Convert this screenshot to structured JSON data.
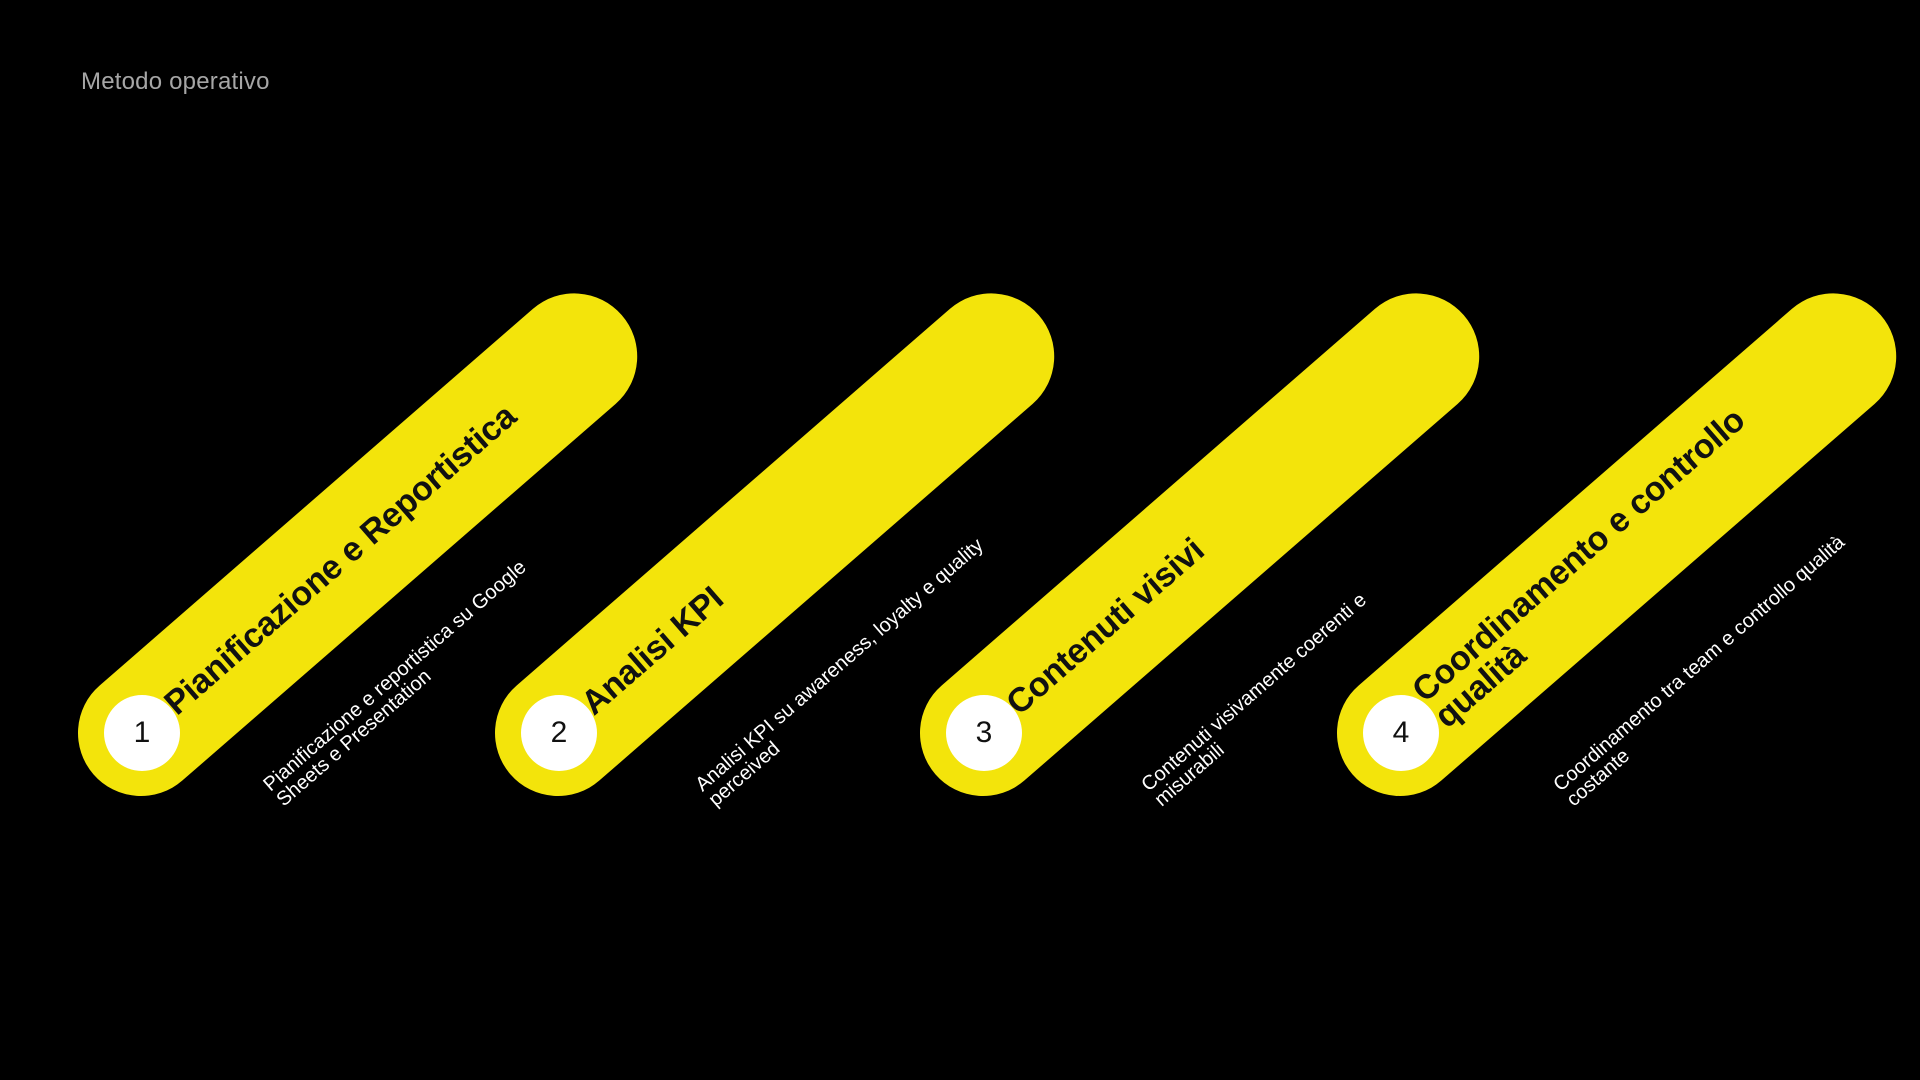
{
  "page": {
    "title": "Metodo operativo"
  },
  "colors": {
    "background": "#000000",
    "pill": "#f3e40b",
    "circle": "#ffffff",
    "title_text": "#a6a6a6"
  },
  "steps": [
    {
      "number": "1",
      "title": "Pianificazione e Reportistica",
      "description": "Pianificazione e reportistica su Google Sheets e Presentation"
    },
    {
      "number": "2",
      "title": "Analisi KPI",
      "description": "Analisi KPI su awareness, loyalty e quality perceived"
    },
    {
      "number": "3",
      "title": "Contenuti visivi",
      "description": "Contenuti visivamente coerenti e misurabili"
    },
    {
      "number": "4",
      "title": "Coordinamento e controllo qualità",
      "description": "Coordinamento tra team e controllo qualità costante"
    }
  ]
}
